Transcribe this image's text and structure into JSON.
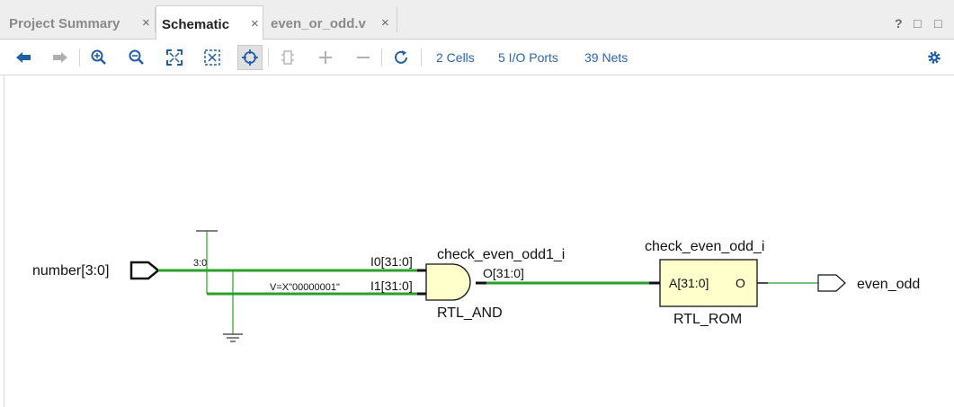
{
  "tabs": [
    {
      "label": "Project Summary",
      "close": "×",
      "active": false
    },
    {
      "label": "Schematic",
      "close": "×",
      "active": true
    },
    {
      "label": "even_or_odd.v",
      "close": "×",
      "active": false
    }
  ],
  "window_controls": {
    "help": "?",
    "restore": "□",
    "maximize": "□"
  },
  "toolbar": {
    "icons": [
      "back-arrow-icon",
      "forward-arrow-icon",
      "zoom-in-icon",
      "zoom-out-icon",
      "fit-view-icon",
      "zoom-fit-selection-icon",
      "select-mode-icon",
      "regenerate-icon",
      "expand-icon",
      "collapse-icon",
      "refresh-icon",
      "gear-icon"
    ],
    "cells_link": "2 Cells",
    "ports_link": "5 I/O Ports",
    "nets_link": "39 Nets"
  },
  "schematic": {
    "input_port": "number[3:0]",
    "bus_slice": "3:0",
    "constant": "V=X\"00000001\"",
    "and_instance": "check_even_odd1_i",
    "and_type": "RTL_AND",
    "and_pin_i0": "I0[31:0]",
    "and_pin_i1": "I1[31:0]",
    "and_pin_o": "O[31:0]",
    "rom_instance": "check_even_odd_i",
    "rom_type": "RTL_ROM",
    "rom_pin_a": "A[31:0]",
    "rom_pin_o": "O",
    "output_port": "even_odd"
  },
  "colors": {
    "wire": "#2aa02a",
    "gate_fill": "#ffffcc",
    "link": "#2a65b7",
    "toolbar_icon": "#1f5fa8"
  }
}
